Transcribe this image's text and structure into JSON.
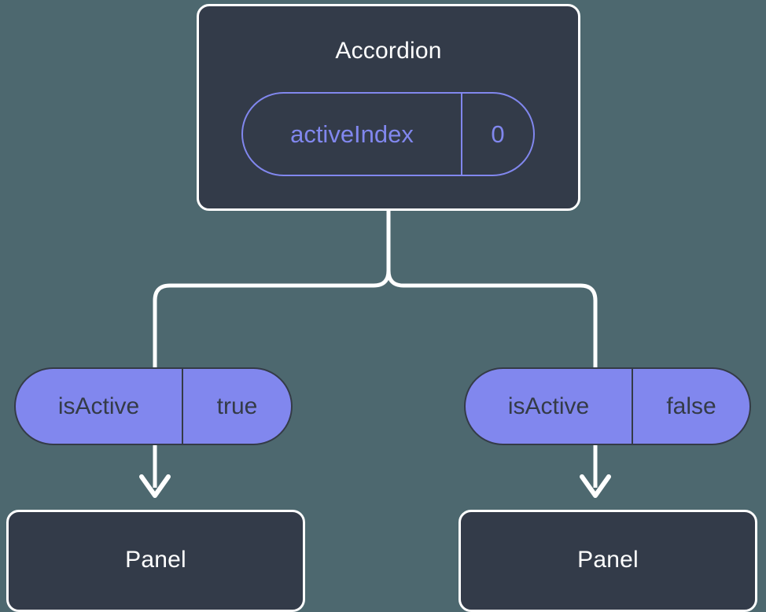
{
  "diagram": {
    "type": "component-state-tree",
    "background_color": "#4d686f",
    "node_fill_color": "#333b49",
    "node_border_color": "#ffffff",
    "accent_color": "#8187ee",
    "connector_color": "#ffffff",
    "root": {
      "title": "Accordion",
      "state": {
        "key": "activeIndex",
        "value": "0"
      }
    },
    "branches": [
      {
        "prop": {
          "key": "isActive",
          "value": "true"
        },
        "child": {
          "title": "Panel"
        }
      },
      {
        "prop": {
          "key": "isActive",
          "value": "false"
        },
        "child": {
          "title": "Panel"
        }
      }
    ]
  }
}
